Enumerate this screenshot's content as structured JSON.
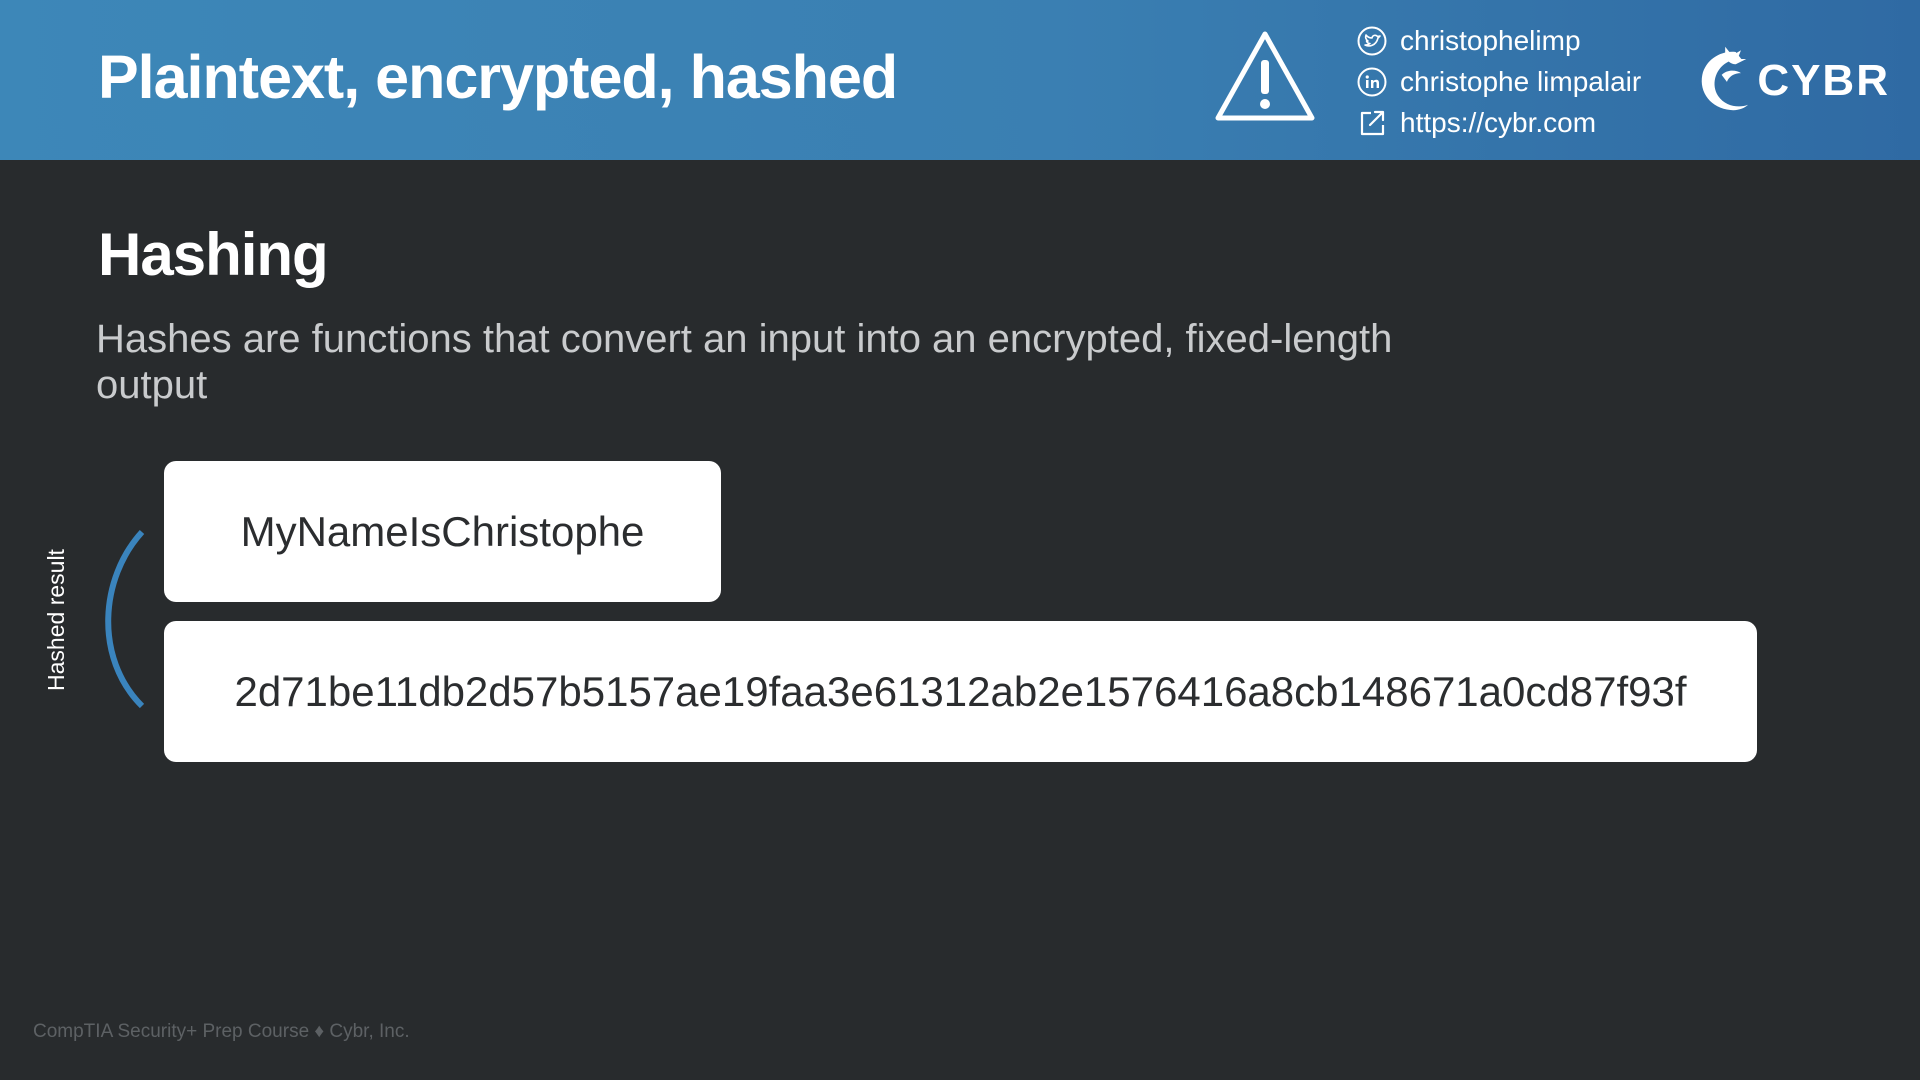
{
  "header": {
    "title": "Plaintext, encrypted, hashed",
    "social": [
      {
        "icon": "twitter-icon",
        "text": "christophelimp"
      },
      {
        "icon": "linkedin-icon",
        "text": "christophe limpalair"
      },
      {
        "icon": "external-link-icon",
        "text": "https://cybr.com"
      }
    ],
    "logo_text": "CYBR",
    "warning_icon": "warning-triangle-icon"
  },
  "content": {
    "section_title": "Hashing",
    "description": "Hashes are functions that convert an input into an encrypted, fixed-length output",
    "side_label": "Hashed result",
    "plaintext_value": "MyNameIsChristophe",
    "hash_value": "2d71be11db2d57b5157ae19faa3e61312ab2e1576416a8cb148671a0cd87f93f"
  },
  "footer": {
    "text": "CompTIA Security+ Prep Course ♦ Cybr, Inc."
  },
  "colors": {
    "header_gradient_start": "#3d87b8",
    "header_gradient_end": "#2f6aa3",
    "background": "#282b2d",
    "bracket": "#3a84bd",
    "box": "#ffffff"
  }
}
